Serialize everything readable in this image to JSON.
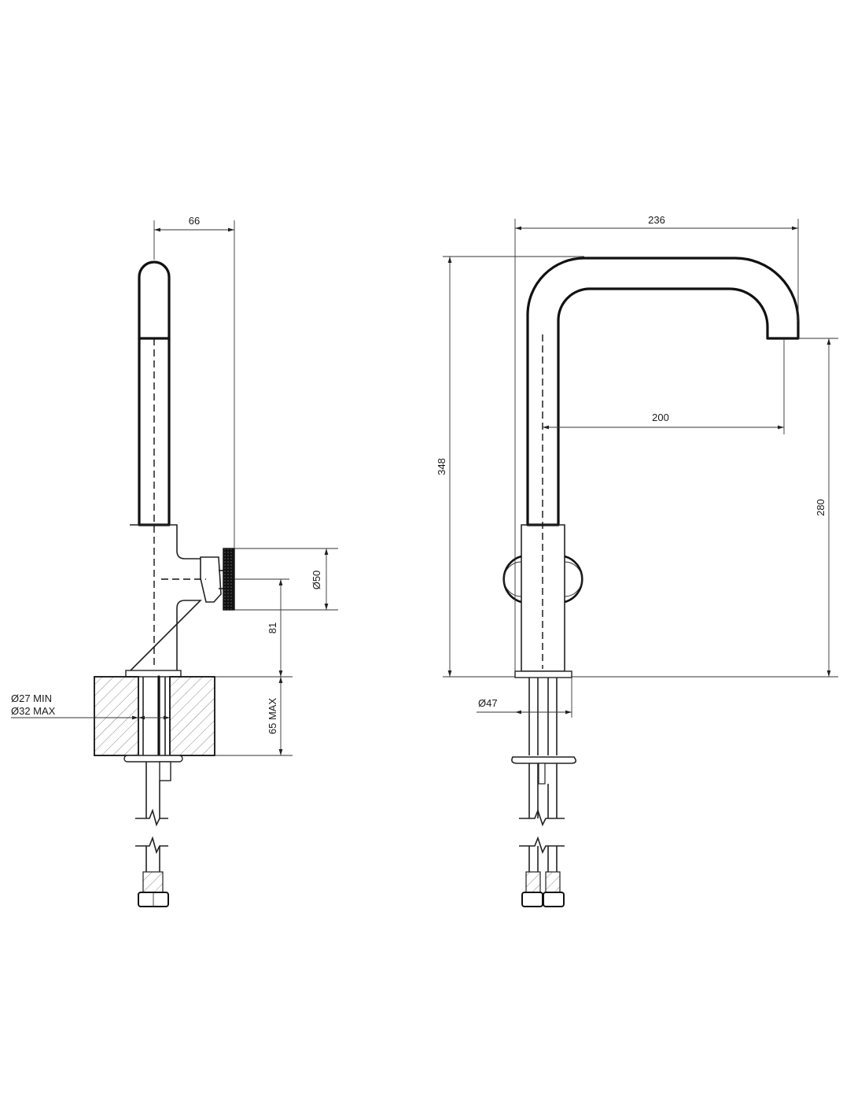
{
  "side_view": {
    "dim_handle_offset": "66",
    "dim_handle_diameter": "Ø50",
    "dim_handle_height": "81",
    "dim_deck_thickness": "65 MAX",
    "dim_hole_min": "Ø27 MIN",
    "dim_hole_max": "Ø32 MAX"
  },
  "front_view": {
    "dim_overall_reach": "236",
    "dim_spout_reach": "200",
    "dim_overall_height": "348",
    "dim_spout_height": "280",
    "dim_base_diameter": "Ø47"
  }
}
